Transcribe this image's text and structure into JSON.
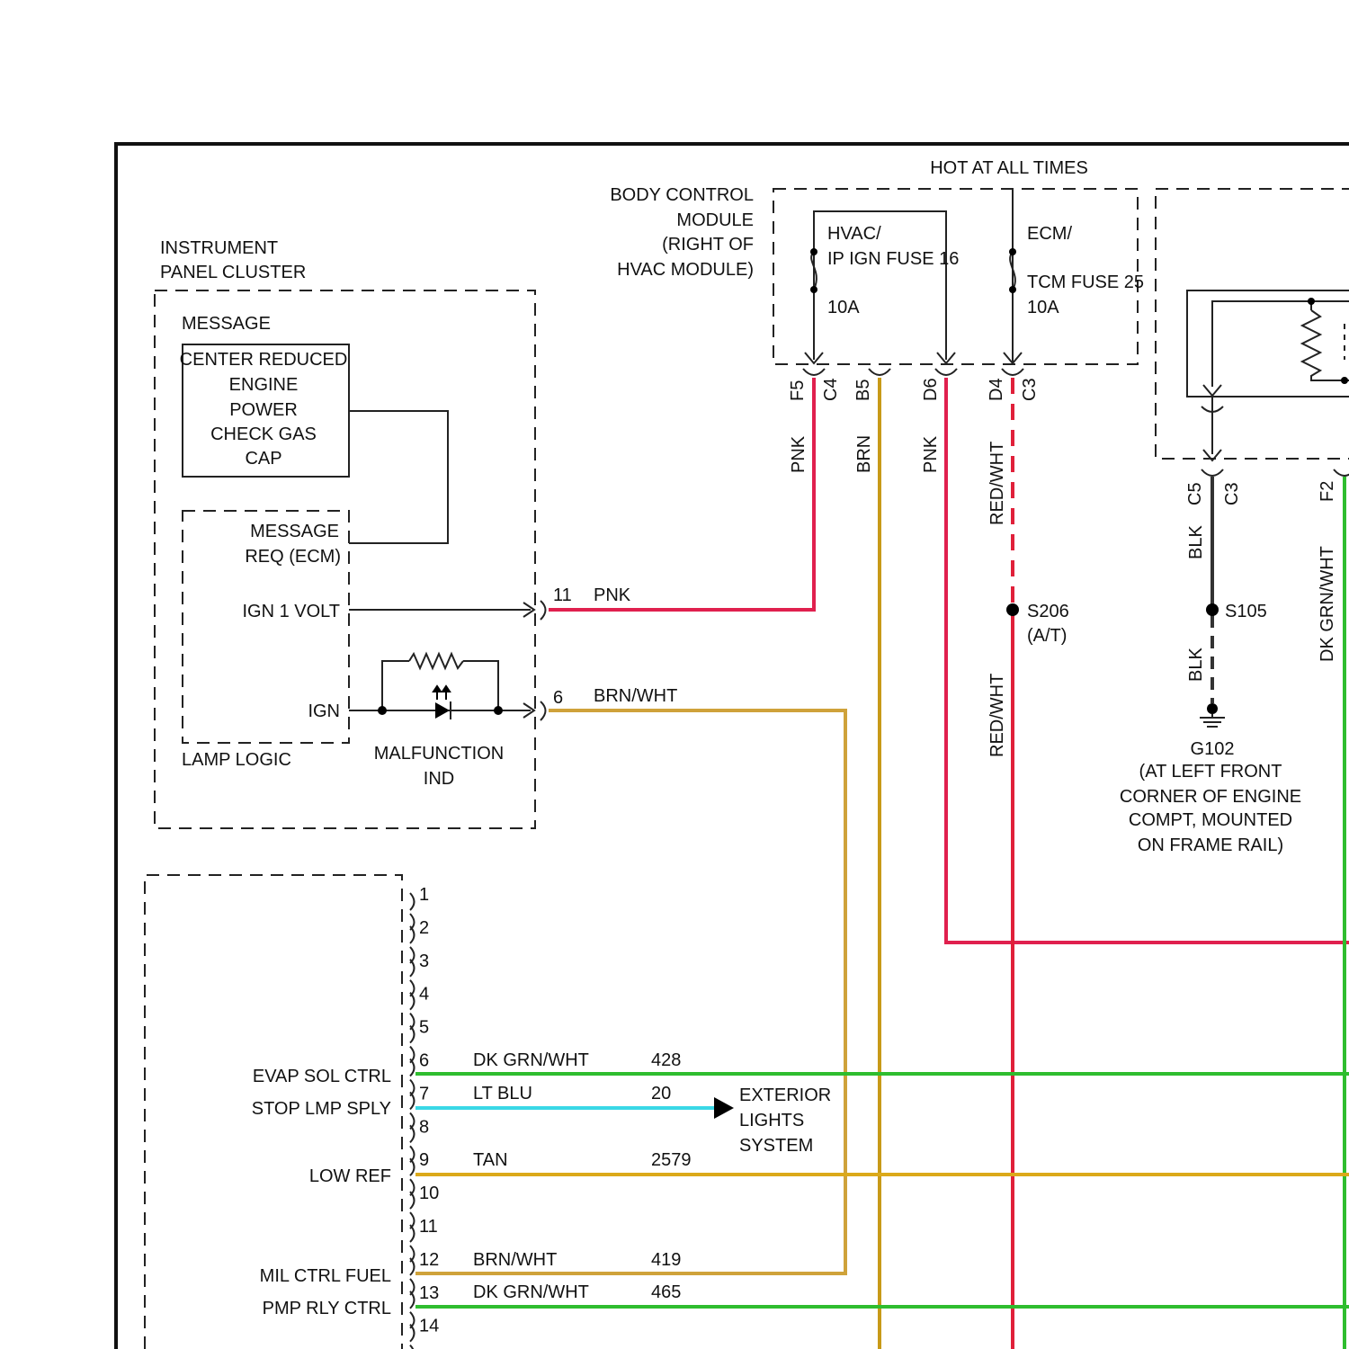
{
  "colors": {
    "pnk": "#e0204e",
    "brn": "#c89a18",
    "brn_wht": "#cfa23a",
    "red_wht": "#e0203a",
    "blk": "#333333",
    "dk_grn_wht": "#2ebd2e",
    "lt_blu": "#3ad8e6",
    "tan": "#dba91a"
  },
  "header": {
    "hot_at_all_times": "HOT AT ALL TIMES"
  },
  "bcm": {
    "line1": "BODY CONTROL",
    "line2": "MODULE",
    "line3": "(RIGHT OF",
    "line4": "HVAC MODULE)",
    "fuse16": {
      "line1": "HVAC/",
      "line2": "IP IGN FUSE 16",
      "rating": "10A"
    },
    "fuse25": {
      "line1": "ECM/",
      "line2": "TCM FUSE 25",
      "rating": "10A"
    },
    "pins": {
      "f5": "F5",
      "c4": "C4",
      "b5": "B5",
      "d6": "D6",
      "d4": "D4",
      "c3": "C3"
    }
  },
  "ipc": {
    "line1": "INSTRUMENT",
    "line2": "PANEL CLUSTER",
    "message_label": "MESSAGE",
    "message_center": [
      "CENTER REDUCED",
      "ENGINE",
      "POWER",
      "CHECK GAS",
      "CAP"
    ],
    "message_req": [
      "MESSAGE",
      "REQ (ECM)"
    ],
    "ign_1_volt": "IGN 1 VOLT",
    "ign": "IGN",
    "lamp_logic": "LAMP LOGIC",
    "malfunction": [
      "MALFUNCTION",
      "IND"
    ],
    "pin_11": "11",
    "pin_6": "6"
  },
  "wire_labels": {
    "pnk_ipc": "PNK",
    "brn_wht_ipc": "BRN/WHT",
    "pnk_f5": "PNK",
    "brn_b5": "BRN",
    "pnk_d6": "PNK",
    "red_wht_upper": "RED/WHT",
    "red_wht_lower": "RED/WHT",
    "blk_upper": "BLK",
    "blk_lower": "BLK",
    "dk_grn_wht_f2": "DK GRN/WHT"
  },
  "splices": {
    "s206": {
      "name": "S206",
      "note": "(A/T)"
    },
    "s105": {
      "name": "S105"
    }
  },
  "right_module": {
    "c5": "C5",
    "c3": "C3",
    "f2": "F2"
  },
  "ground": {
    "name": "G102",
    "note": [
      "(AT LEFT FRONT",
      "CORNER OF ENGINE",
      "COMPT, MOUNTED",
      "ON FRAME RAIL)"
    ]
  },
  "ecm_connector": {
    "pins": [
      "1",
      "2",
      "3",
      "4",
      "5",
      "6",
      "7",
      "8",
      "9",
      "10",
      "11",
      "12",
      "13",
      "14"
    ],
    "signals": {
      "evap": "EVAP SOL CTRL",
      "stop": "STOP LMP SPLY",
      "low_ref": "LOW REF",
      "mil": "MIL CTRL FUEL",
      "pmp": "PMP RLY CTRL"
    },
    "circuits": [
      {
        "color": "DK GRN/WHT",
        "number": "428"
      },
      {
        "color": "LT BLU",
        "number": "20"
      },
      {
        "color": "TAN",
        "number": "2579"
      },
      {
        "color": "BRN/WHT",
        "number": "419"
      },
      {
        "color": "DK GRN/WHT",
        "number": "465"
      }
    ]
  },
  "exterior_lights": [
    "EXTERIOR",
    "LIGHTS",
    "SYSTEM"
  ]
}
